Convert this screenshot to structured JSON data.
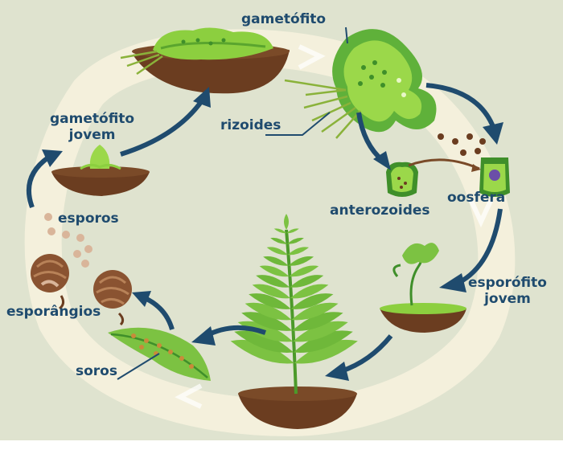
{
  "colors": {
    "background": "#dfe3cf",
    "cycle_band": "#f4f0dc",
    "arrow": "#1f4b6e",
    "label_text": "#1f4b6e",
    "soil": "#6b3d20",
    "soil_dark": "#4f2a14",
    "plant_green": "#7cc242",
    "plant_dark": "#3f8f2a",
    "gametophyte_green": "#8ccf3f",
    "spore": "#d9b59a",
    "sporangium": "#8a5331"
  },
  "labels": {
    "gametofito": "gametófito",
    "rizoides": "rizoides",
    "anterozoides": "anterozoides",
    "oosfera": "oosfera",
    "esporofito_jovem_1": "esporófito",
    "esporofito_jovem_2": "jovem",
    "soros": "soros",
    "esporangios": "esporângios",
    "esporos": "esporos",
    "gametofito_jovem_1": "gametófito",
    "gametofito_jovem_2": "jovem"
  }
}
